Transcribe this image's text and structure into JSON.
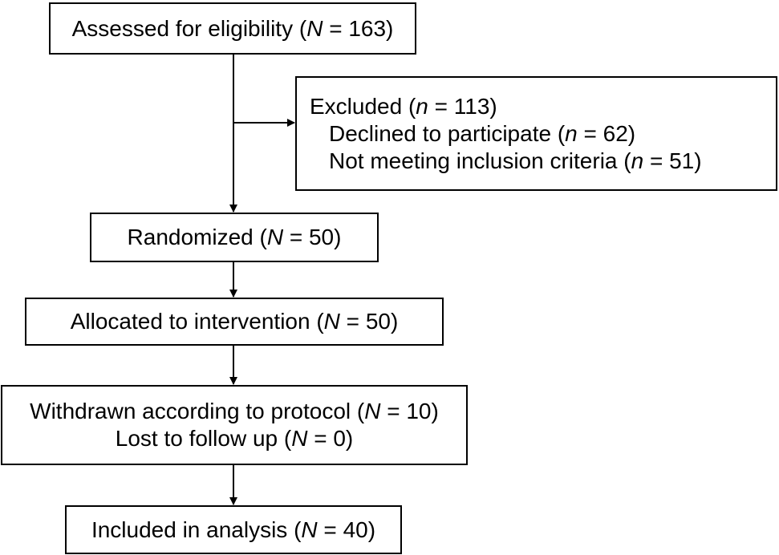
{
  "flowchart": {
    "assessed": {
      "label": "Assessed for eligibility (",
      "stat_symbol": "N",
      "stat_value": " = 163)"
    },
    "excluded": {
      "title": {
        "label": "Excluded (",
        "stat_symbol": "n",
        "stat_value": " = 113)"
      },
      "reasons": [
        {
          "label": "Declined to participate (",
          "stat_symbol": "n",
          "stat_value": " = 62)"
        },
        {
          "label": "Not meeting inclusion criteria (",
          "stat_symbol": "n",
          "stat_value": " = 51)"
        }
      ]
    },
    "randomized": {
      "label": "Randomized (",
      "stat_symbol": "N",
      "stat_value": " = 50)"
    },
    "allocated": {
      "label": "Allocated to intervention (",
      "stat_symbol": "N",
      "stat_value": " = 50)"
    },
    "withdrawn": {
      "lines": [
        {
          "label": "Withdrawn according to protocol (",
          "stat_symbol": "N",
          "stat_value": " = 10)"
        },
        {
          "label": "Lost to follow up (",
          "stat_symbol": "N",
          "stat_value": " = 0)"
        }
      ]
    },
    "included": {
      "label": "Included in analysis (",
      "stat_symbol": "N",
      "stat_value": " = 40)"
    }
  }
}
